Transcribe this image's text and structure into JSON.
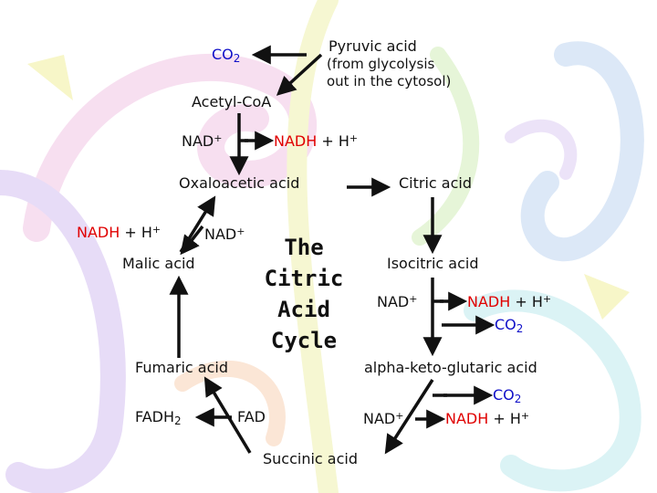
{
  "title": {
    "line1": "The",
    "line2": "Citric Acid",
    "line3": "Cycle"
  },
  "compounds": {
    "pyruvic_acid": "Pyruvic acid",
    "pyruvic_note_1": "(from glycolysis",
    "pyruvic_note_2": "out in the cytosol)",
    "acetyl_coa": "Acetyl-CoA",
    "oxaloacetic_acid": "Oxaloacetic acid",
    "citric_acid": "Citric acid",
    "isocitric_acid": "Isocitric acid",
    "alpha_ketoglutaric_acid": "alpha-keto-glutaric acid",
    "succinic_acid": "Succinic acid",
    "fumaric_acid": "Fumaric acid",
    "malic_acid": "Malic acid"
  },
  "cofactors": {
    "co2_base": "CO",
    "co2_sub": "2",
    "nad_base": "NAD",
    "nad_sup": "+",
    "nadh": "NADH",
    "plus": "+",
    "h_base": "H",
    "h_sup": "+",
    "fad": "FAD",
    "fadh_base": "FADH",
    "fadh_sub": "2"
  },
  "colors": {
    "nadh": "#e00000",
    "co2": "#1010c8",
    "text": "#111111",
    "arrow": "#111111"
  }
}
